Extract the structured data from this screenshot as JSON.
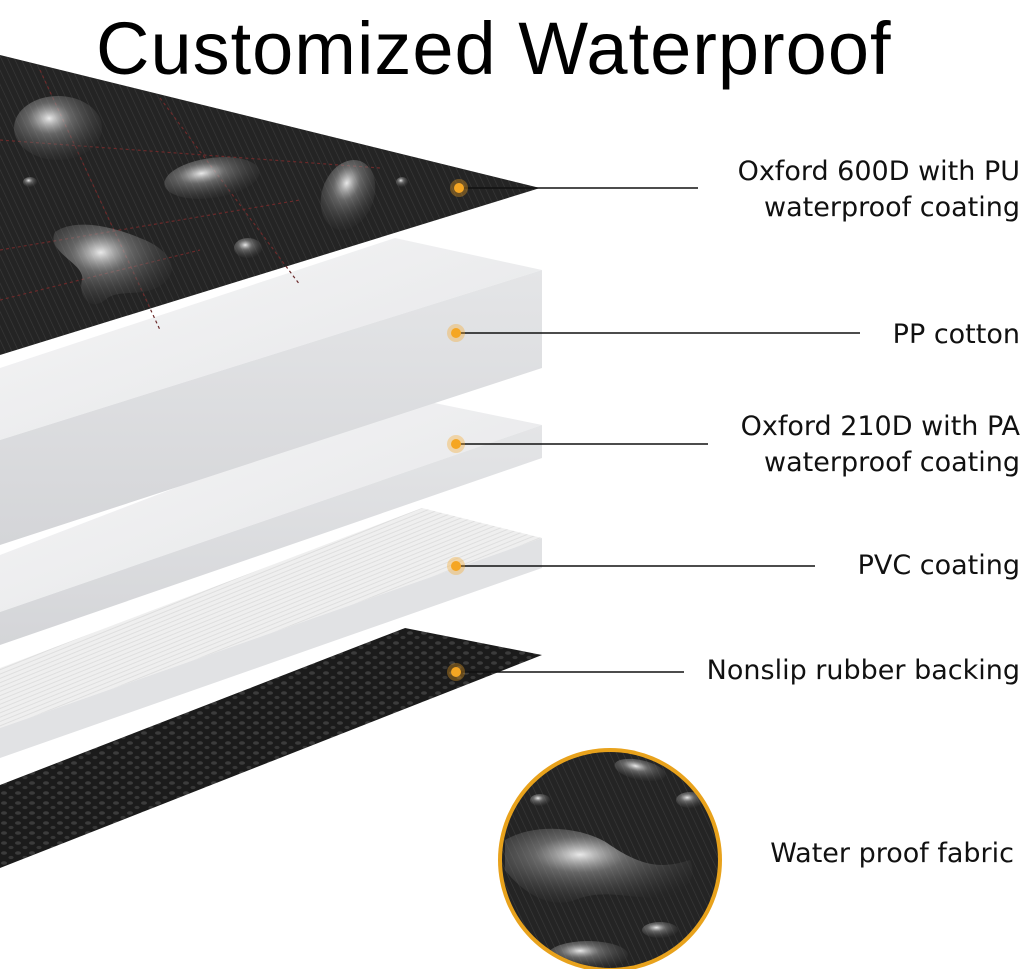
{
  "title": "Customized Waterproof",
  "layers": [
    {
      "lines": [
        "Oxford 600D with PU",
        "waterproof coating"
      ]
    },
    {
      "lines": [
        "PP cotton"
      ]
    },
    {
      "lines": [
        "Oxford 210D with PA",
        "waterproof coating"
      ]
    },
    {
      "lines": [
        "PVC coating"
      ]
    },
    {
      "lines": [
        "Nonslip rubber backing"
      ]
    }
  ],
  "detail": {
    "label": "Water proof fabric"
  },
  "colors": {
    "marker": "#F5A623",
    "leader": "#111111",
    "oxford600": "#222222",
    "ppcotton": "#E6E7E9",
    "oxford210": "#E9EAEC",
    "pvc": "#ECECEC",
    "rubber": "#1C1C1C",
    "ring": "#E8A21C"
  }
}
